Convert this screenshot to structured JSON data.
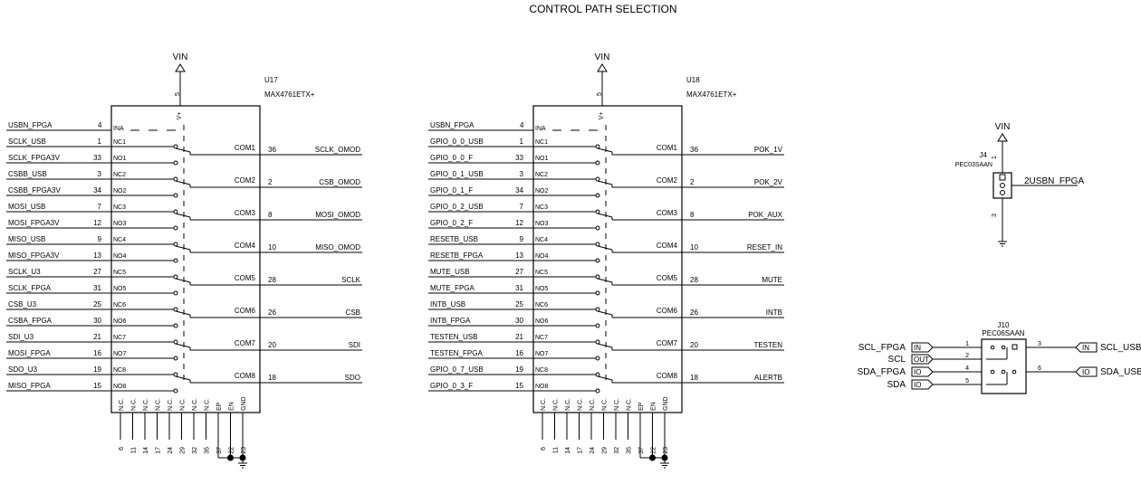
{
  "title": "CONTROL PATH SELECTION",
  "u17": {
    "ref": "U17",
    "part": "MAX4761ETX+",
    "vin": "VIN",
    "vin_pin": "5",
    "vplus": "V+",
    "ina_net": "USBN_FPGA",
    "ina_pin": "4",
    "ina_label": "INA",
    "left": [
      {
        "net": "SCLK_USB",
        "pin": "1",
        "label": "NC1"
      },
      {
        "net": "SCLK_FPGA3V",
        "pin": "33",
        "label": "NO1"
      },
      {
        "net": "CSBB_USB",
        "pin": "3",
        "label": "NC2"
      },
      {
        "net": "CSBB_FPGA3V",
        "pin": "34",
        "label": "NO2"
      },
      {
        "net": "MOSI_USB",
        "pin": "7",
        "label": "NC3"
      },
      {
        "net": "MOSI_FPGA3V",
        "pin": "12",
        "label": "NO3"
      },
      {
        "net": "MISO_USB",
        "pin": "9",
        "label": "NC4"
      },
      {
        "net": "MISO_FPGA3V",
        "pin": "13",
        "label": "NO4"
      },
      {
        "net": "SCLK_U3",
        "pin": "27",
        "label": "NC5"
      },
      {
        "net": "SCLK_FPGA",
        "pin": "31",
        "label": "NO5"
      },
      {
        "net": "CSB_U3",
        "pin": "25",
        "label": "NC6"
      },
      {
        "net": "CSBA_FPGA",
        "pin": "30",
        "label": "NO6"
      },
      {
        "net": "SDI_U3",
        "pin": "21",
        "label": "NC7"
      },
      {
        "net": "MOSI_FPGA",
        "pin": "16",
        "label": "NO7"
      },
      {
        "net": "SDO_U3",
        "pin": "19",
        "label": "NC8"
      },
      {
        "net": "MISO_FPGA",
        "pin": "15",
        "label": "NO8"
      }
    ],
    "right": [
      {
        "label": "COM1",
        "pin": "36",
        "net": "SCLK_OMOD"
      },
      {
        "label": "COM2",
        "pin": "2",
        "net": "CSB_OMOD"
      },
      {
        "label": "COM3",
        "pin": "8",
        "net": "MOSI_OMOD"
      },
      {
        "label": "COM4",
        "pin": "10",
        "net": "MISO_OMOD"
      },
      {
        "label": "COM5",
        "pin": "28",
        "net": "SCLK"
      },
      {
        "label": "COM6",
        "pin": "26",
        "net": "CSB"
      },
      {
        "label": "COM7",
        "pin": "20",
        "net": "SDI"
      },
      {
        "label": "COM8",
        "pin": "18",
        "net": "SDO"
      }
    ],
    "bottom": [
      {
        "label": "N.C.",
        "pin": "6"
      },
      {
        "label": "N.C.",
        "pin": "11"
      },
      {
        "label": "N.C.",
        "pin": "14"
      },
      {
        "label": "N.C.",
        "pin": "17"
      },
      {
        "label": "N.C.",
        "pin": "24"
      },
      {
        "label": "N.C.",
        "pin": "29"
      },
      {
        "label": "N.C.",
        "pin": "32"
      },
      {
        "label": "N.C.",
        "pin": "35"
      },
      {
        "label": "EP",
        "pin": "37"
      },
      {
        "label": "EN",
        "pin": "22"
      },
      {
        "label": "GND",
        "pin": "23"
      }
    ]
  },
  "u18": {
    "ref": "U18",
    "part": "MAX4761ETX+",
    "vin": "VIN",
    "vin_pin": "5",
    "vplus": "V+",
    "ina_net": "USBN_FPGA",
    "ina_pin": "4",
    "ina_label": "INA",
    "left": [
      {
        "net": "GPIO_0_0_USB",
        "pin": "1",
        "label": "NC1"
      },
      {
        "net": "GPIO_0_0_F",
        "pin": "33",
        "label": "NO1"
      },
      {
        "net": "GPIO_0_1_USB",
        "pin": "3",
        "label": "NC2"
      },
      {
        "net": "GPIO_0_1_F",
        "pin": "34",
        "label": "NO2"
      },
      {
        "net": "GPIO_0_2_USB",
        "pin": "7",
        "label": "NC3"
      },
      {
        "net": "GPIO_0_2_F",
        "pin": "12",
        "label": "NO3"
      },
      {
        "net": "RESETB_USB",
        "pin": "9",
        "label": "NC4"
      },
      {
        "net": "RESETB_FPGA",
        "pin": "13",
        "label": "NO4"
      },
      {
        "net": "MUTE_USB",
        "pin": "27",
        "label": "NC5"
      },
      {
        "net": "MUTE_FPGA",
        "pin": "31",
        "label": "NO5"
      },
      {
        "net": "INTB_USB",
        "pin": "25",
        "label": "NC6"
      },
      {
        "net": "INTB_FPGA",
        "pin": "30",
        "label": "NO6"
      },
      {
        "net": "TESTEN_USB",
        "pin": "21",
        "label": "NC7"
      },
      {
        "net": "TESTEN_FPGA",
        "pin": "16",
        "label": "NO7"
      },
      {
        "net": "GPIO_0_7_USB",
        "pin": "19",
        "label": "NC8"
      },
      {
        "net": "GPIO_0_3_F",
        "pin": "15",
        "label": "NO8"
      }
    ],
    "right": [
      {
        "label": "COM1",
        "pin": "36",
        "net": "POK_1V"
      },
      {
        "label": "COM2",
        "pin": "2",
        "net": "POK_2V"
      },
      {
        "label": "COM3",
        "pin": "8",
        "net": "POK_AUX"
      },
      {
        "label": "COM4",
        "pin": "10",
        "net": "RESET_IN"
      },
      {
        "label": "COM5",
        "pin": "28",
        "net": "MUTE"
      },
      {
        "label": "COM6",
        "pin": "26",
        "net": "INTB"
      },
      {
        "label": "COM7",
        "pin": "20",
        "net": "TESTEN"
      },
      {
        "label": "COM8",
        "pin": "18",
        "net": "ALERTB"
      }
    ],
    "bottom": [
      {
        "label": "N.C.",
        "pin": "6"
      },
      {
        "label": "N.C.",
        "pin": "11"
      },
      {
        "label": "N.C.",
        "pin": "14"
      },
      {
        "label": "N.C.",
        "pin": "17"
      },
      {
        "label": "N.C.",
        "pin": "24"
      },
      {
        "label": "N.C.",
        "pin": "29"
      },
      {
        "label": "N.C.",
        "pin": "32"
      },
      {
        "label": "N.C.",
        "pin": "35"
      },
      {
        "label": "EP",
        "pin": "37"
      },
      {
        "label": "EN",
        "pin": "22"
      },
      {
        "label": "GND",
        "pin": "23"
      }
    ]
  },
  "j4": {
    "vin": "VIN",
    "ref": "J4",
    "part": "PEC03SAAN",
    "pin1": "1",
    "pin3": "3",
    "net": "2USBN_FPGA"
  },
  "j10": {
    "ref": "J10",
    "part": "PEC06SAAN",
    "left": [
      {
        "net": "SCL_FPGA",
        "dir": "IN",
        "pin": "1"
      },
      {
        "net": "SCL",
        "dir": "OUT",
        "pin": "2"
      },
      {
        "net": "SDA_FPGA",
        "dir": "IO",
        "pin": "4"
      },
      {
        "net": "SDA",
        "dir": "IO",
        "pin": "5"
      }
    ],
    "right": [
      {
        "net": "SCL_USB",
        "dir": "IN",
        "pin": "3"
      },
      {
        "net": "SDA_USB",
        "dir": "IO",
        "pin": "6"
      }
    ]
  }
}
